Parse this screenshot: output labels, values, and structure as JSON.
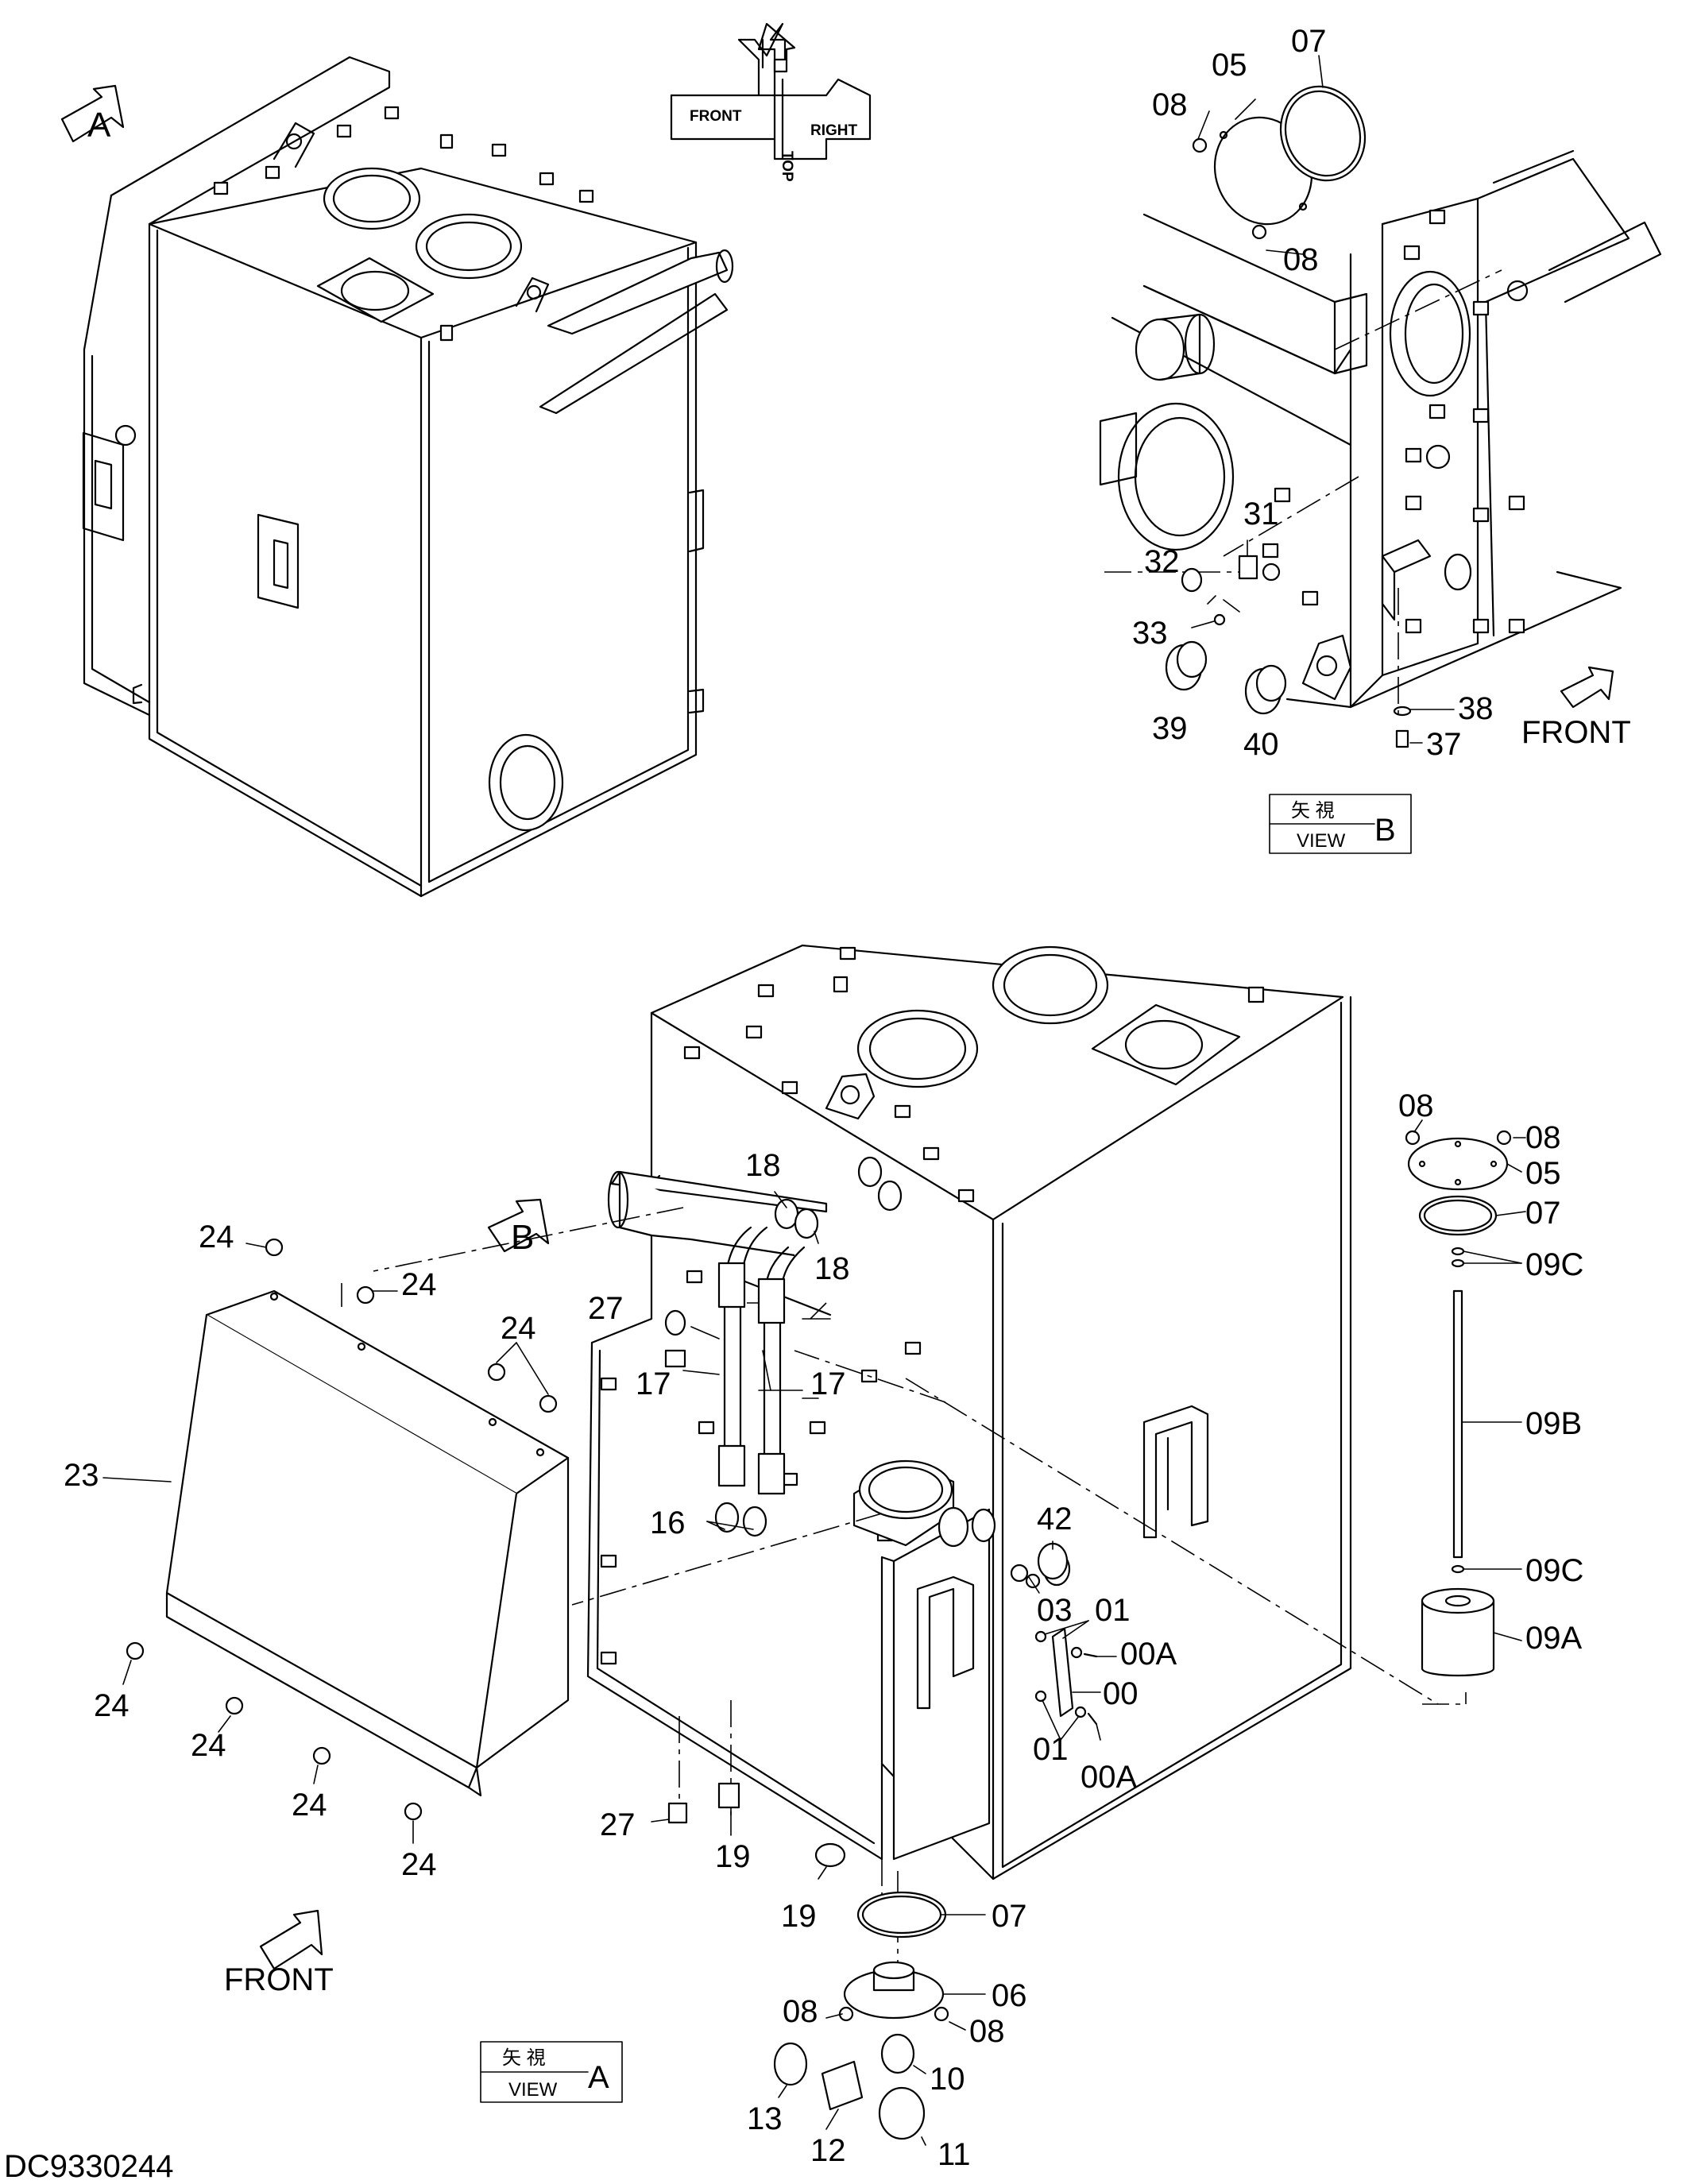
{
  "drawing_id": "DC9330244",
  "orientation_badge": {
    "top": "TOP",
    "front": "FRONT",
    "right": "RIGHT"
  },
  "view_boxes": [
    {
      "jp": "矢 視",
      "en": "VIEW",
      "letter": "B"
    },
    {
      "jp": "矢 視",
      "en": "VIEW",
      "letter": "A"
    }
  ],
  "view_arrows": [
    {
      "letter": "A"
    },
    {
      "letter": "B"
    }
  ],
  "front_labels": [
    "FRONT",
    "FRONT"
  ],
  "callouts": {
    "c05a": "05",
    "c07a": "07",
    "c08a": "08",
    "c08b": "08",
    "c31": "31",
    "c32": "32",
    "c33": "33",
    "c37": "37",
    "c38": "38",
    "c39": "39",
    "c40": "40",
    "c08c": "08",
    "c08d": "08",
    "c05b": "05",
    "c07b": "07",
    "c09Ca": "09C",
    "c09B": "09B",
    "c09Cb": "09C",
    "c09A": "09A",
    "c18a": "18",
    "c18b": "18",
    "c27a": "27",
    "c17a": "17",
    "c17b": "17",
    "c16": "16",
    "c24a": "24",
    "c24b": "24",
    "c24c": "24",
    "c23": "23",
    "c24d": "24",
    "c24e": "24",
    "c24f": "24",
    "c24g": "24",
    "c42": "42",
    "c03": "03",
    "c01a": "01",
    "c00Aa": "00A",
    "c00": "00",
    "c01b": "01",
    "c00Ab": "00A",
    "c27b": "27",
    "c19a": "19",
    "c19b": "19",
    "c07c": "07",
    "c06": "06",
    "c08e": "08",
    "c08f": "08",
    "c13": "13",
    "c12": "12",
    "c11": "11",
    "c10": "10"
  }
}
